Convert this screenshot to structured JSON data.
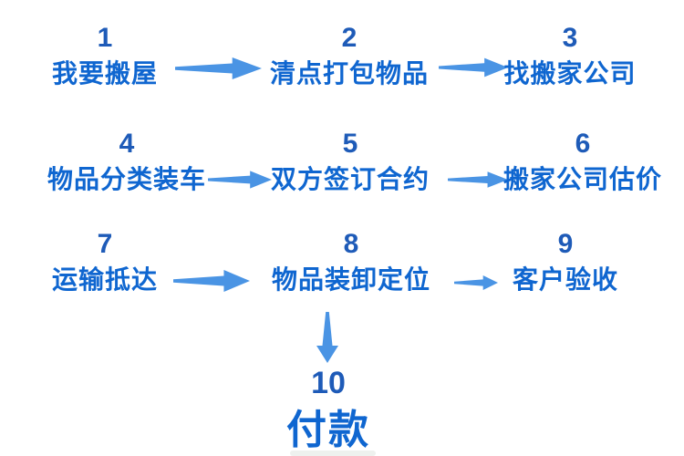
{
  "colors": {
    "number": "#1e5bb8",
    "label": "#0f66d0",
    "arrow": "#4a94e4",
    "background": "#ffffff"
  },
  "steps": [
    {
      "number": "1",
      "label": "我要搬屋"
    },
    {
      "number": "2",
      "label": "清点打包物品"
    },
    {
      "number": "3",
      "label": "找搬家公司"
    },
    {
      "number": "4",
      "label": "物品分类装车"
    },
    {
      "number": "5",
      "label": "双方签订合约"
    },
    {
      "number": "6",
      "label": "搬家公司估价"
    },
    {
      "number": "7",
      "label": "运输抵达"
    },
    {
      "number": "8",
      "label": "物品装卸定位"
    },
    {
      "number": "9",
      "label": "客户验收"
    },
    {
      "number": "10",
      "label": "付款"
    }
  ],
  "arrows": [
    {
      "direction": "right",
      "from": "1",
      "to": "2"
    },
    {
      "direction": "right",
      "from": "2",
      "to": "3"
    },
    {
      "direction": "right",
      "from": "4",
      "to": "5"
    },
    {
      "direction": "right",
      "from": "5",
      "to": "6"
    },
    {
      "direction": "right",
      "from": "7",
      "to": "8"
    },
    {
      "direction": "right",
      "from": "8",
      "to": "9"
    },
    {
      "direction": "down",
      "from": "8",
      "to": "10"
    }
  ]
}
